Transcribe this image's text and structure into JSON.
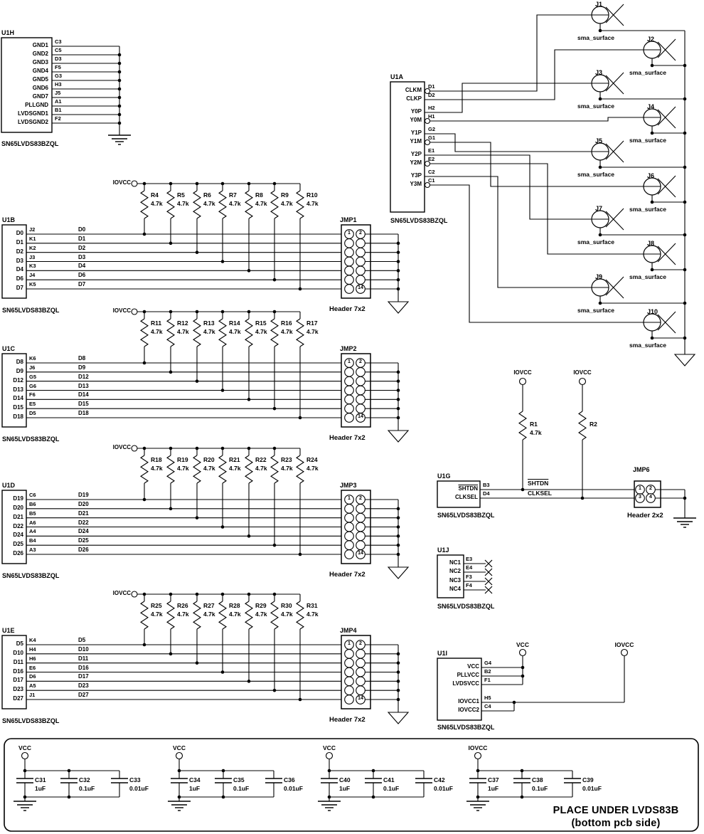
{
  "part_number": "SN65LVDS83BZQL",
  "u1h": {
    "ref": "U1H",
    "pins": [
      {
        "name": "GND1",
        "num": "C3"
      },
      {
        "name": "GND2",
        "num": "C5"
      },
      {
        "name": "GND3",
        "num": "D3"
      },
      {
        "name": "GND4",
        "num": "F5"
      },
      {
        "name": "GND5",
        "num": "G3"
      },
      {
        "name": "GND6",
        "num": "H3"
      },
      {
        "name": "GND7",
        "num": "J5"
      },
      {
        "name": "PLLGND",
        "num": "A1"
      },
      {
        "name": "LVDSGND1",
        "num": "B1"
      },
      {
        "name": "LVDSGND2",
        "num": "F2"
      }
    ]
  },
  "u1a": {
    "ref": "U1A",
    "pins": [
      {
        "name": "CLKM",
        "num": "D1"
      },
      {
        "name": "CLKP",
        "num": "D2"
      },
      {
        "name": "Y0P",
        "num": "H2"
      },
      {
        "name": "Y0M",
        "num": "H1"
      },
      {
        "name": "Y1P",
        "num": "G2"
      },
      {
        "name": "Y1M",
        "num": "G1"
      },
      {
        "name": "Y2P",
        "num": "E1"
      },
      {
        "name": "Y2M",
        "num": "E2"
      },
      {
        "name": "Y3P",
        "num": "C2"
      },
      {
        "name": "Y3M",
        "num": "C1"
      }
    ]
  },
  "sma_connectors": [
    {
      "ref": "J1",
      "footprint": "sma_surface"
    },
    {
      "ref": "J2",
      "footprint": "sma_surface"
    },
    {
      "ref": "J3",
      "footprint": "sma_surface"
    },
    {
      "ref": "J4",
      "footprint": "sma_surface"
    },
    {
      "ref": "J5",
      "footprint": "sma_surface"
    },
    {
      "ref": "J6",
      "footprint": "sma_surface"
    },
    {
      "ref": "J7",
      "footprint": "sma_surface"
    },
    {
      "ref": "J8",
      "footprint": "sma_surface"
    },
    {
      "ref": "J9",
      "footprint": "sma_surface"
    },
    {
      "ref": "J10",
      "footprint": "sma_surface"
    }
  ],
  "banks": [
    {
      "ic_ref": "U1B",
      "supply": "IOVCC",
      "pins": [
        {
          "name": "D0",
          "num": "J2",
          "net": "D0"
        },
        {
          "name": "D1",
          "num": "K1",
          "net": "D1"
        },
        {
          "name": "D2",
          "num": "K2",
          "net": "D2"
        },
        {
          "name": "D3",
          "num": "J3",
          "net": "D3"
        },
        {
          "name": "D4",
          "num": "K3",
          "net": "D4"
        },
        {
          "name": "D6",
          "num": "J4",
          "net": "D6"
        },
        {
          "name": "D7",
          "num": "K5",
          "net": "D7"
        }
      ],
      "resistors": [
        {
          "ref": "R4",
          "value": "4.7k"
        },
        {
          "ref": "R5",
          "value": "4.7k"
        },
        {
          "ref": "R6",
          "value": "4.7k"
        },
        {
          "ref": "R7",
          "value": "4.7k"
        },
        {
          "ref": "R8",
          "value": "4.7k"
        },
        {
          "ref": "R9",
          "value": "4.7k"
        },
        {
          "ref": "R10",
          "value": "4.7k"
        }
      ],
      "jumper": {
        "ref": "JMP1",
        "type": "Header 7x2",
        "first_pin": "1",
        "second_pin": "2",
        "last_pin": "14"
      }
    },
    {
      "ic_ref": "U1C",
      "supply": "IOVCC",
      "pins": [
        {
          "name": "D8",
          "num": "K6",
          "net": "D8"
        },
        {
          "name": "D9",
          "num": "J6",
          "net": "D9"
        },
        {
          "name": "D12",
          "num": "G5",
          "net": "D12"
        },
        {
          "name": "D13",
          "num": "G6",
          "net": "D13"
        },
        {
          "name": "D14",
          "num": "F6",
          "net": "D14"
        },
        {
          "name": "D15",
          "num": "E5",
          "net": "D15"
        },
        {
          "name": "D18",
          "num": "D5",
          "net": "D18"
        }
      ],
      "resistors": [
        {
          "ref": "R11",
          "value": "4.7k"
        },
        {
          "ref": "R12",
          "value": "4.7k"
        },
        {
          "ref": "R13",
          "value": "4.7k"
        },
        {
          "ref": "R14",
          "value": "4.7k"
        },
        {
          "ref": "R15",
          "value": "4.7k"
        },
        {
          "ref": "R16",
          "value": "4.7k"
        },
        {
          "ref": "R17",
          "value": "4.7k"
        }
      ],
      "jumper": {
        "ref": "JMP2",
        "type": "Header 7x2",
        "first_pin": "1",
        "second_pin": "2",
        "last_pin": "14"
      }
    },
    {
      "ic_ref": "U1D",
      "supply": "IOVCC",
      "pins": [
        {
          "name": "D19",
          "num": "C6",
          "net": "D19"
        },
        {
          "name": "D20",
          "num": "B6",
          "net": "D20"
        },
        {
          "name": "D21",
          "num": "B5",
          "net": "D21"
        },
        {
          "name": "D22",
          "num": "A6",
          "net": "D22"
        },
        {
          "name": "D24",
          "num": "A4",
          "net": "D24"
        },
        {
          "name": "D25",
          "num": "B4",
          "net": "D25"
        },
        {
          "name": "D26",
          "num": "A3",
          "net": "D26"
        }
      ],
      "resistors": [
        {
          "ref": "R18",
          "value": "4.7k"
        },
        {
          "ref": "R19",
          "value": "4.7k"
        },
        {
          "ref": "R20",
          "value": "4.7k"
        },
        {
          "ref": "R21",
          "value": "4.7k"
        },
        {
          "ref": "R22",
          "value": "4.7k"
        },
        {
          "ref": "R23",
          "value": "4.7k"
        },
        {
          "ref": "R24",
          "value": "4.7k"
        }
      ],
      "jumper": {
        "ref": "JMP3",
        "type": "Header 7x2",
        "first_pin": "1",
        "second_pin": "2",
        "last_pin": "14"
      }
    },
    {
      "ic_ref": "U1E",
      "supply": "IOVCC",
      "pins": [
        {
          "name": "D5",
          "num": "K4",
          "net": "D5"
        },
        {
          "name": "D10",
          "num": "H4",
          "net": "D10"
        },
        {
          "name": "D11",
          "num": "H6",
          "net": "D11"
        },
        {
          "name": "D16",
          "num": "E6",
          "net": "D16"
        },
        {
          "name": "D17",
          "num": "D6",
          "net": "D17"
        },
        {
          "name": "D23",
          "num": "A5",
          "net": "D23"
        },
        {
          "name": "D27",
          "num": "J1",
          "net": "D27"
        }
      ],
      "resistors": [
        {
          "ref": "R25",
          "value": "4.7k"
        },
        {
          "ref": "R26",
          "value": "4.7k"
        },
        {
          "ref": "R27",
          "value": "4.7k"
        },
        {
          "ref": "R28",
          "value": "4.7k"
        },
        {
          "ref": "R29",
          "value": "4.7k"
        },
        {
          "ref": "R30",
          "value": "4.7k"
        },
        {
          "ref": "R31",
          "value": "4.7k"
        }
      ],
      "jumper": {
        "ref": "JMP4",
        "type": "Header 7x2",
        "first_pin": "1",
        "second_pin": "2",
        "last_pin": "14"
      }
    }
  ],
  "control": {
    "ic_ref": "U1G",
    "pins": [
      {
        "name": "SHTDN",
        "num": "B3",
        "net": "SHTDN",
        "overline": true
      },
      {
        "name": "CLKSEL",
        "num": "D4",
        "net": "CLKSEL",
        "overline": false
      }
    ],
    "resistors": [
      {
        "ref": "R1",
        "value": "4.7k",
        "supply": "IOVCC"
      },
      {
        "ref": "R2",
        "value": "",
        "supply": "IOVCC"
      }
    ],
    "jumper": {
      "ref": "JMP6",
      "type": "Header 2x2",
      "pins": [
        "1",
        "2",
        "3",
        "4"
      ]
    }
  },
  "nc": {
    "ic_ref": "U1J",
    "pins": [
      {
        "name": "NC1",
        "num": "E3"
      },
      {
        "name": "NC2",
        "num": "E4"
      },
      {
        "name": "NC3",
        "num": "F3"
      },
      {
        "name": "NC4",
        "num": "F4"
      }
    ]
  },
  "power": {
    "ic_ref": "U1I",
    "vcc_supply": "VCC",
    "iovcc_supply": "IOVCC",
    "vcc_pins": [
      {
        "name": "VCC",
        "num": "G4"
      },
      {
        "name": "PLLVCC",
        "num": "B2"
      },
      {
        "name": "LVDSVCC",
        "num": "F1"
      }
    ],
    "iovcc_pins": [
      {
        "name": "IOVCC1",
        "num": "H5"
      },
      {
        "name": "IOVCC2",
        "num": "C4"
      }
    ]
  },
  "decoupling": {
    "groups": [
      {
        "supply": "VCC",
        "caps": [
          {
            "ref": "C31",
            "value": "1uF"
          },
          {
            "ref": "C32",
            "value": "0.1uF"
          },
          {
            "ref": "C33",
            "value": "0.01uF"
          }
        ]
      },
      {
        "supply": "VCC",
        "caps": [
          {
            "ref": "C34",
            "value": "1uF"
          },
          {
            "ref": "C35",
            "value": "0.1uF"
          },
          {
            "ref": "C36",
            "value": "0.01uF"
          }
        ]
      },
      {
        "supply": "VCC",
        "caps": [
          {
            "ref": "C40",
            "value": "1uF"
          },
          {
            "ref": "C41",
            "value": "0.1uF"
          },
          {
            "ref": "C42",
            "value": "0.01uF"
          }
        ]
      },
      {
        "supply": "IOVCC",
        "caps": [
          {
            "ref": "C37",
            "value": "1uF"
          },
          {
            "ref": "C38",
            "value": "0.1uF"
          },
          {
            "ref": "C39",
            "value": "0.01uF"
          }
        ]
      }
    ],
    "note_line1": "PLACE UNDER LVDS83B",
    "note_line2": "(bottom pcb side)"
  },
  "colors": {
    "line": "#000000",
    "background": "#ffffff"
  }
}
